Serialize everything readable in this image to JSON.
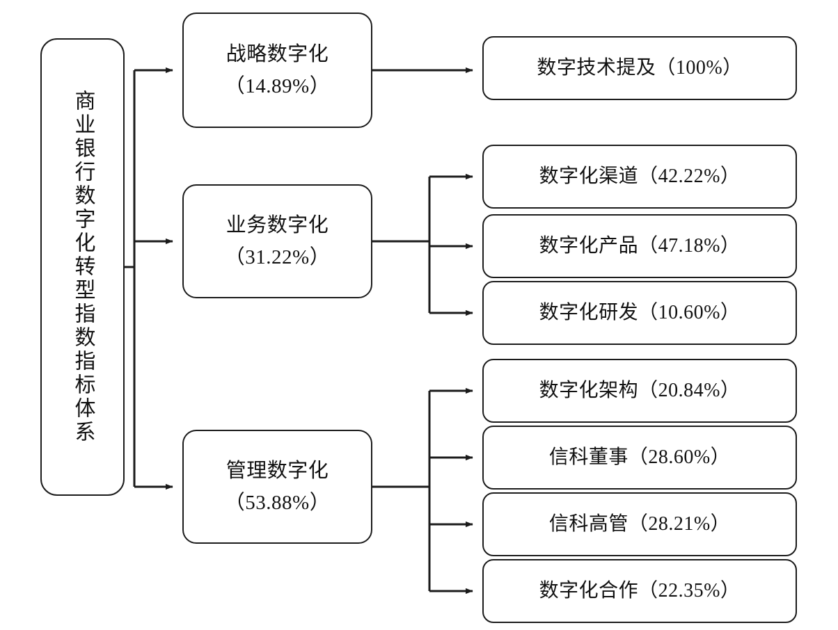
{
  "diagram": {
    "type": "hierarchy-tree",
    "orientation": "left-to-right",
    "root": {
      "id": "root",
      "label": "商业银行数字化转型指数指标体系"
    },
    "branches": [
      {
        "id": "strategy",
        "name": "战略数字化",
        "value": "14.89%",
        "label_line1": "战略数字化",
        "label_line2": "（14.89%）",
        "children": [
          {
            "id": "tech",
            "name": "数字技术提及",
            "value": "100%",
            "label": "数字技术提及（100%）"
          }
        ]
      },
      {
        "id": "business",
        "name": "业务数字化",
        "value": "31.22%",
        "label_line1": "业务数字化",
        "label_line2": "（31.22%）",
        "children": [
          {
            "id": "channel",
            "name": "数字化渠道",
            "value": "42.22%",
            "label": "数字化渠道（42.22%）"
          },
          {
            "id": "product",
            "name": "数字化产品",
            "value": "47.18%",
            "label": "数字化产品（47.18%）"
          },
          {
            "id": "rnd",
            "name": "数字化研发",
            "value": "10.60%",
            "label": "数字化研发（10.60%）"
          }
        ]
      },
      {
        "id": "manage",
        "name": "管理数字化",
        "value": "53.88%",
        "label_line1": "管理数字化",
        "label_line2": "（53.88%）",
        "children": [
          {
            "id": "arch",
            "name": "数字化架构",
            "value": "20.84%",
            "label": "数字化架构（20.84%）"
          },
          {
            "id": "dir",
            "name": "信科董事",
            "value": "28.60%",
            "label": "信科董事（28.60%）"
          },
          {
            "id": "exec",
            "name": "信科高管",
            "value": "28.21%",
            "label": "信科高管（28.21%）"
          },
          {
            "id": "coop",
            "name": "数字化合作",
            "value": "22.35%",
            "label": "数字化合作（22.35%）"
          }
        ]
      }
    ],
    "style": {
      "line_color": "#1b1b1b",
      "box_border_color": "#1b1b1b",
      "box_fill": "#ffffff",
      "text_color": "#111111",
      "background": "#ffffff"
    }
  }
}
